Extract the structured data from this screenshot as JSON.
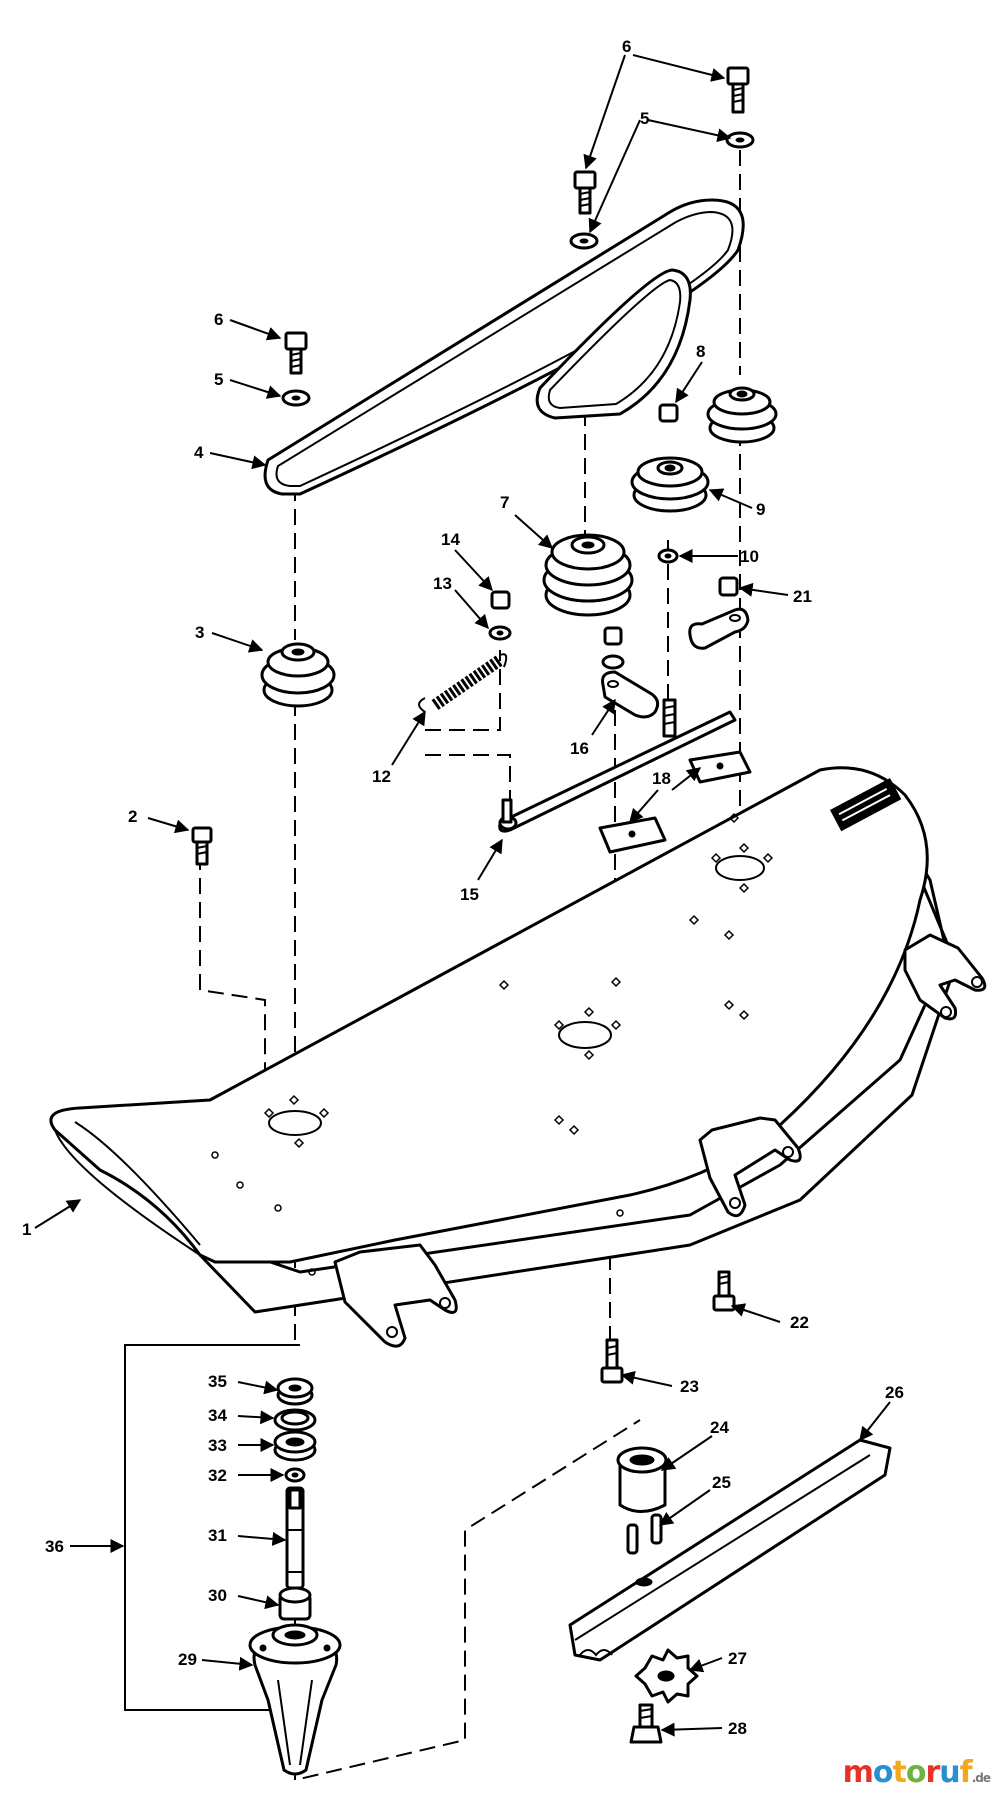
{
  "part_labels": [
    "1",
    "2",
    "3",
    "4",
    "5",
    "5",
    "5",
    "6",
    "6",
    "6",
    "7",
    "8",
    "9",
    "10",
    "12",
    "13",
    "14",
    "15",
    "16",
    "18",
    "21",
    "22",
    "23",
    "24",
    "25",
    "26",
    "27",
    "28",
    "29",
    "30",
    "31",
    "32",
    "33",
    "34",
    "35",
    "36"
  ],
  "watermark": {
    "letters": [
      "m",
      "o",
      "t",
      "o",
      "r",
      "u",
      "f"
    ],
    "colors": [
      "#e63329",
      "#2a8fd0",
      "#f2a81d",
      "#6db33f",
      "#e63329",
      "#2a8fd0",
      "#f2a81d"
    ],
    "suffix": ".de"
  }
}
